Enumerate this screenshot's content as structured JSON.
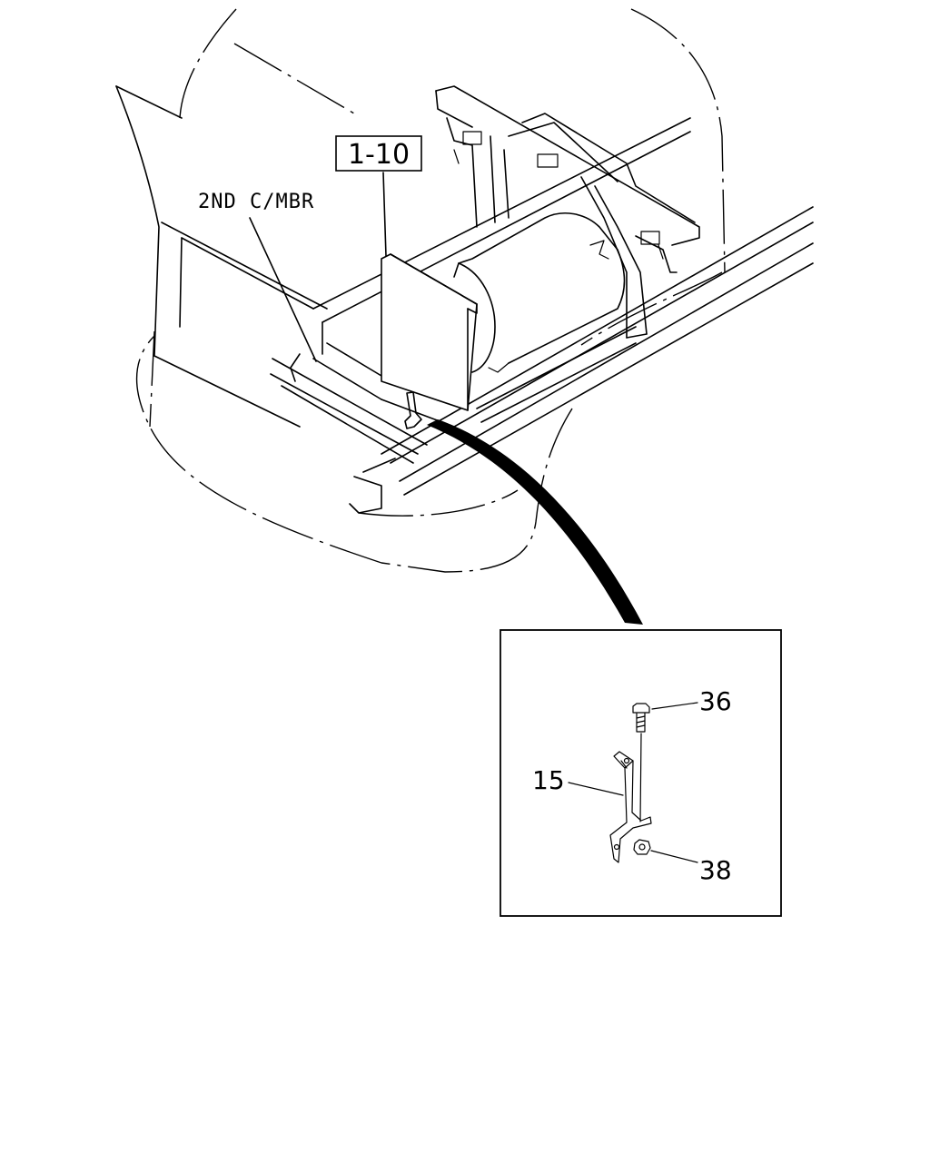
{
  "labels": {
    "reference_box": "1-10",
    "member_label": "2ND C/MBR"
  },
  "callouts": [
    {
      "id": "36"
    },
    {
      "id": "15"
    },
    {
      "id": "38"
    }
  ]
}
